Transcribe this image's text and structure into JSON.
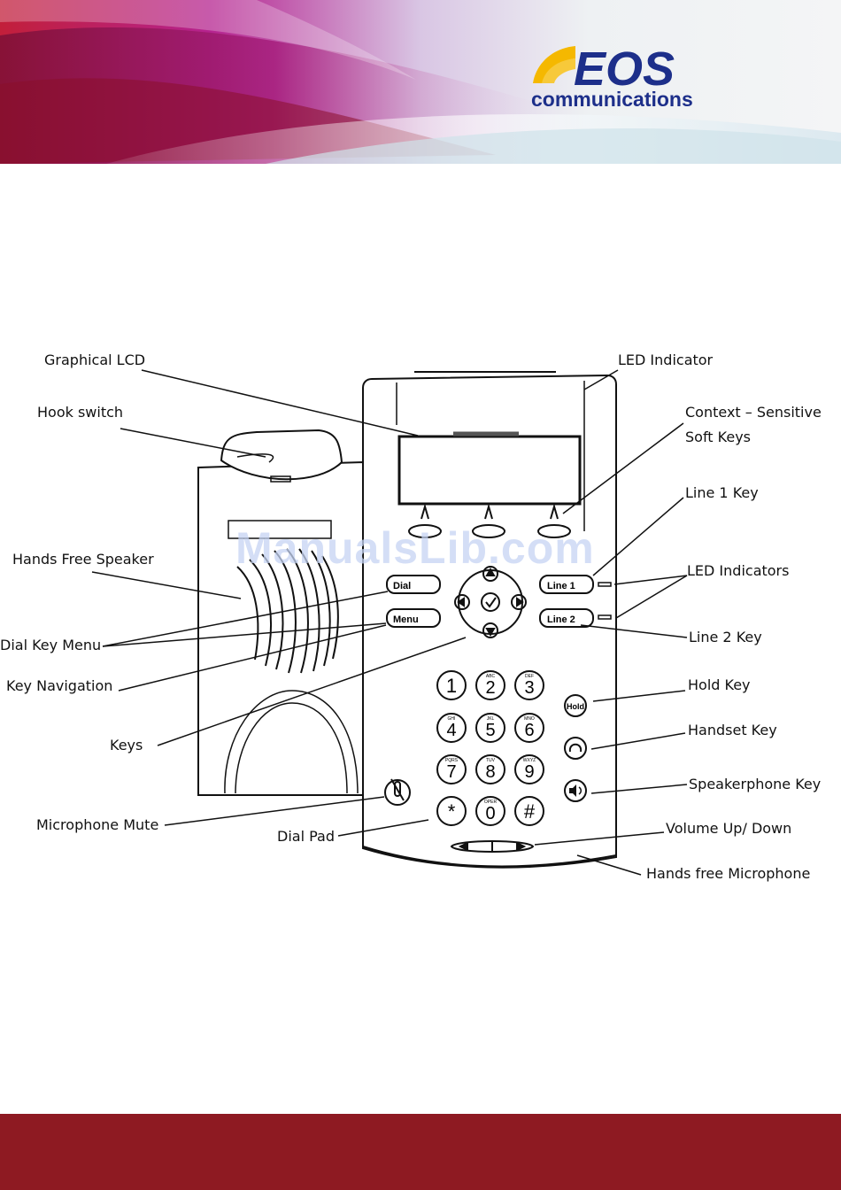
{
  "header": {
    "logo_name": "EOS",
    "logo_tagline": "communications"
  },
  "watermark": "ManualsLib.com",
  "phone": {
    "soft_keys": [
      "Dial",
      "Menu"
    ],
    "line_keys": [
      "Line 1",
      "Line 2"
    ],
    "feature_keys": [
      "Hold"
    ],
    "dial_pad": [
      {
        "digit": "1",
        "letters": ""
      },
      {
        "digit": "2",
        "letters": "ABC"
      },
      {
        "digit": "3",
        "letters": "DEF"
      },
      {
        "digit": "4",
        "letters": "GHI"
      },
      {
        "digit": "5",
        "letters": "JKL"
      },
      {
        "digit": "6",
        "letters": "MNO"
      },
      {
        "digit": "7",
        "letters": "PQRS"
      },
      {
        "digit": "8",
        "letters": "TUV"
      },
      {
        "digit": "9",
        "letters": "WXYZ"
      },
      {
        "digit": "*",
        "letters": ""
      },
      {
        "digit": "0",
        "letters": "OPER"
      },
      {
        "digit": "#",
        "letters": ""
      }
    ]
  },
  "labels": {
    "graphical_lcd": "Graphical LCD",
    "hook_switch": "Hook switch",
    "hands_free_speaker": "Hands Free Speaker",
    "dial_key_menu": "Dial Key Menu",
    "key_navigation": "Key Navigation",
    "keys": "Keys",
    "microphone_mute": "Microphone Mute",
    "dial_pad": "Dial Pad",
    "led_indicator": "LED Indicator",
    "context_sensitive_1": "Context – Sensitive",
    "context_sensitive_2": "Soft Keys",
    "line1_key": "Line 1 Key",
    "led_indicators": "LED Indicators",
    "line2_key": "Line 2 Key",
    "hold_key": "Hold Key",
    "handset_key": "Handset Key",
    "speakerphone_key": "Speakerphone Key",
    "volume_up_down": "Volume Up/ Down",
    "hands_free_microphone": "Hands free Microphone"
  },
  "colors": {
    "logo_blue": "#1d2f8a",
    "logo_yellow": "#f5b800",
    "footer_red": "#8e1a22",
    "banner_magenta": "#b5238f"
  }
}
